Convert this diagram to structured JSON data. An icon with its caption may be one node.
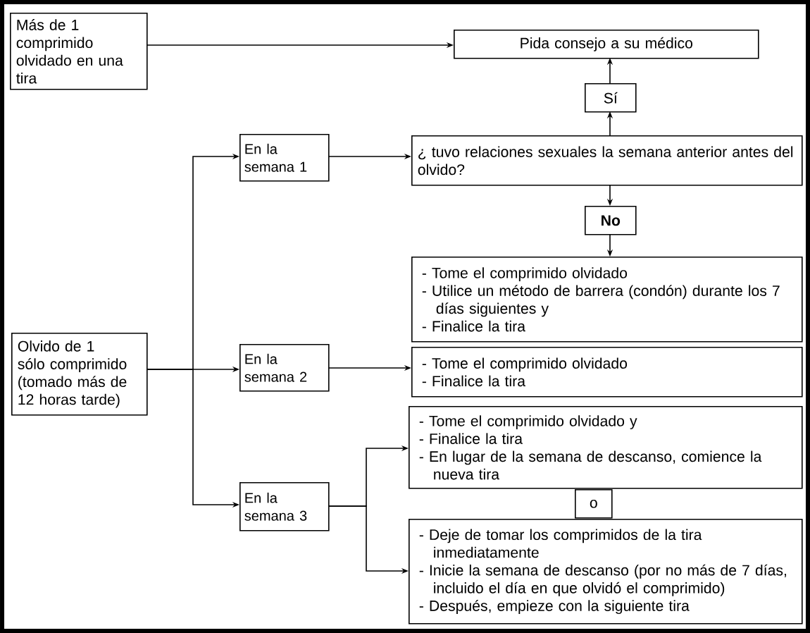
{
  "diagram": {
    "nodes": [
      {
        "text": [
          "Más de 1 comprimido olvidado en una tira"
        ]
      },
      {
        "text": [
          "Pida consejo a su médico"
        ]
      },
      {
        "text": [
          "Sí"
        ]
      },
      {
        "text": [
          "En la semana 1"
        ]
      },
      {
        "text": [
          "¿ tuvo relaciones sexuales la semana anterior antes del olvido?"
        ]
      },
      {
        "text": [
          "No"
        ]
      },
      {
        "text": [
          "- Tome el comprimido olvidado",
          "- Utilice un método de barrera (condón) durante los 7 días siguientes y",
          "- Finalice la tira"
        ]
      },
      {
        "text": [
          "Olvido de 1 sólo comprimido (tomado más de 12 horas tarde)"
        ]
      },
      {
        "text": [
          "En la semana 2"
        ]
      },
      {
        "text": [
          "- Tome el comprimido olvidado",
          "- Finalice la tira"
        ]
      },
      {
        "text": [
          "En la semana 3"
        ]
      },
      {
        "text": [
          "- Tome el comprimido olvidado y",
          "- Finalice la tira",
          "- En lugar de la semana de descanso, comience la nueva tira"
        ]
      },
      {
        "text": [
          "o"
        ]
      },
      {
        "text": [
          "- Deje de tomar los comprimidos de la tira inmediatamente",
          "- Inicie la semana de descanso (por no más de 7 días, incluido el día en que olvidó el comprimido)",
          "- Después, empieze con la siguiente tira"
        ]
      }
    ],
    "edges": [
      {
        "from": 0,
        "to": 1,
        "arrow": "to"
      },
      {
        "from": 4,
        "to": 2,
        "arrow": "to"
      },
      {
        "from": 2,
        "to": 1,
        "arrow": "to"
      },
      {
        "from": 7,
        "to": 3,
        "arrow": "to"
      },
      {
        "from": 7,
        "to": 8,
        "arrow": "to"
      },
      {
        "from": 7,
        "to": 10,
        "arrow": "to"
      },
      {
        "from": 3,
        "to": 4,
        "arrow": "to"
      },
      {
        "from": 4,
        "to": 5,
        "arrow": "to"
      },
      {
        "from": 5,
        "to": 6,
        "arrow": "to"
      },
      {
        "from": 8,
        "to": 9,
        "arrow": "to"
      },
      {
        "from": 10,
        "to": 11,
        "arrow": "to"
      },
      {
        "from": 10,
        "to": 13,
        "arrow": "to"
      }
    ]
  }
}
